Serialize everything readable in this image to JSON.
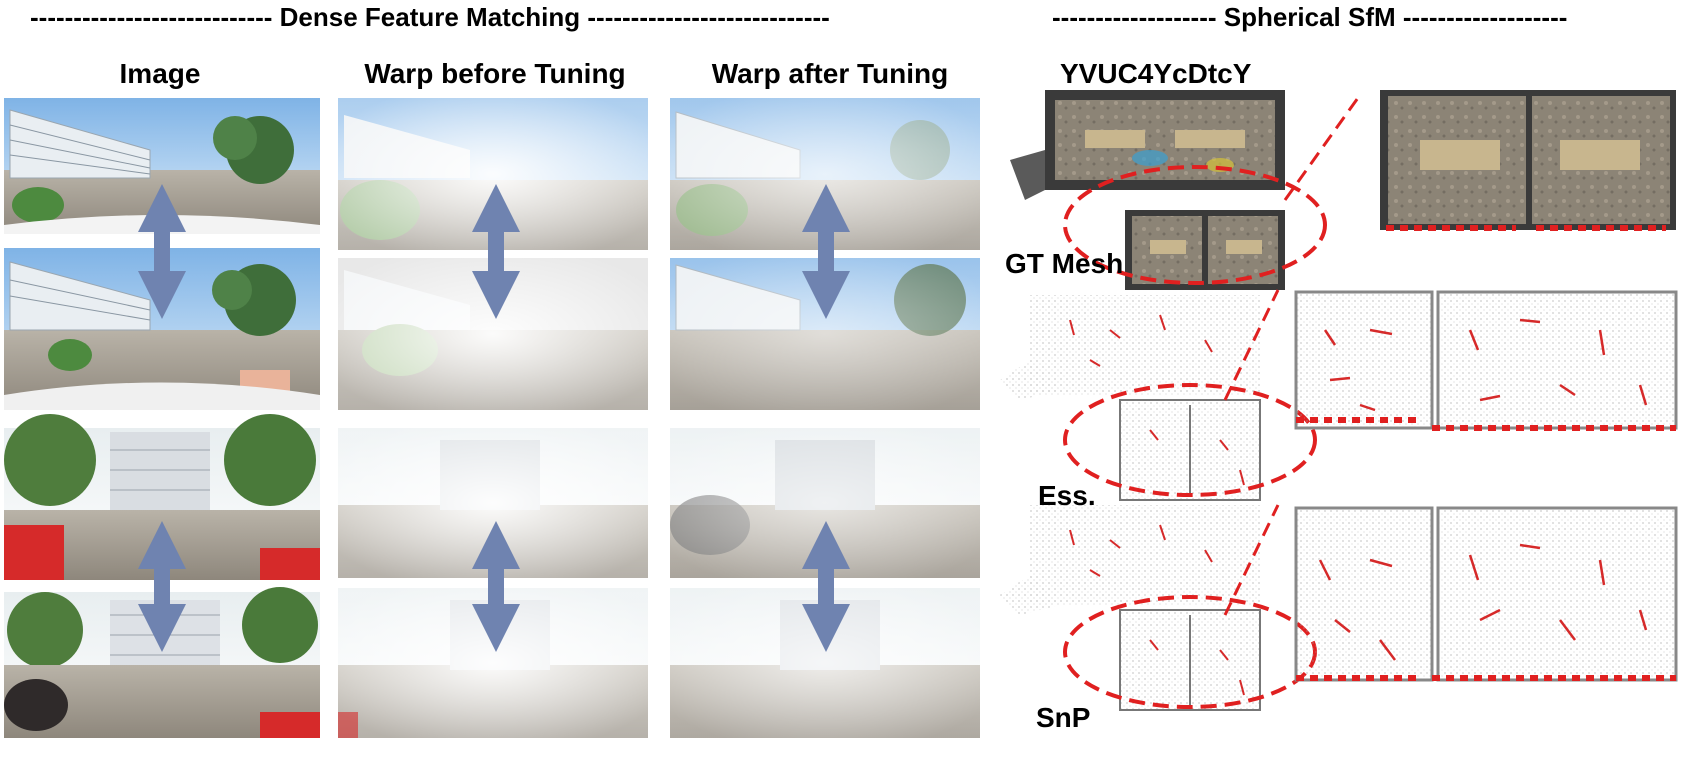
{
  "sections": {
    "dense_title": "---------------------------- Dense Feature Matching ----------------------------",
    "sfm_title": "------------------- Spherical SfM -------------------"
  },
  "columns": {
    "image": "Image",
    "warp_before": "Warp before Tuning",
    "warp_after": "Warp after Tuning"
  },
  "sfm": {
    "scene_id": "YVUC4YcDtcY",
    "rows": [
      {
        "label": "GT Mesh"
      },
      {
        "label": "Ess."
      },
      {
        "label": "SnP"
      }
    ]
  },
  "colors": {
    "arrow": "#6f83b0",
    "dashed_red": "#e02020",
    "mesh_dark": "#3a3a3a",
    "cloud_gray": "#9a9a9a"
  }
}
